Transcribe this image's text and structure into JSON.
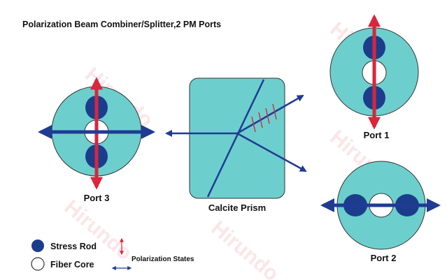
{
  "title": "Polarization Beam Combiner/Splitter,2 PM Ports",
  "watermark": "Hirundo",
  "prism": {
    "label": "Calcite Prism"
  },
  "ports": {
    "port1": {
      "label": "Port 1"
    },
    "port2": {
      "label": "Port 2"
    },
    "port3": {
      "label": "Port 3"
    }
  },
  "legend": {
    "stress_rod": "Stress Rod",
    "fiber_core": "Fiber Core",
    "polarization_states": "Polarization States"
  },
  "colors": {
    "fiber_fill": "#6ccfcd",
    "rod_fill": "#1c3d8c",
    "arrow_blue": "#1f3b94",
    "arrow_red": "#d7263d",
    "outline": "#333333"
  }
}
